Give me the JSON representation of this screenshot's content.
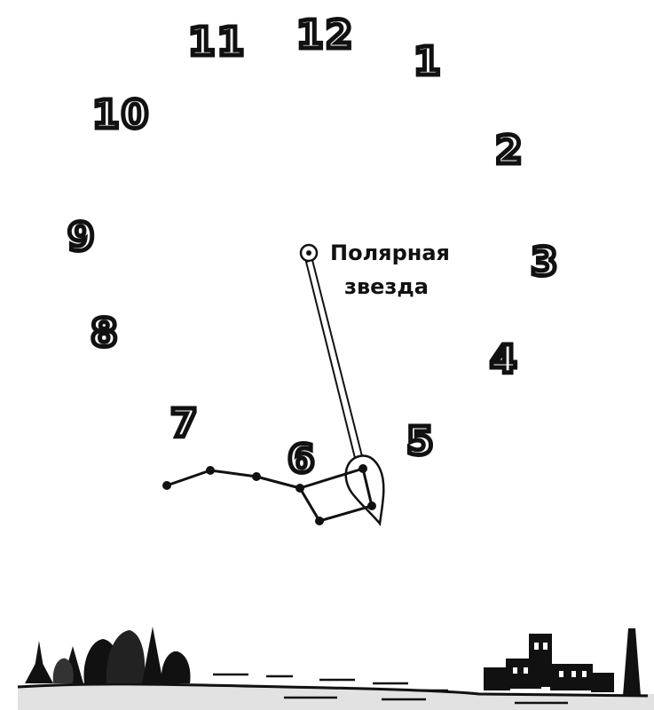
{
  "clock_numbers": {
    "n12": "12",
    "n1": "1",
    "n2": "2",
    "n3": "3",
    "n4": "4",
    "n5": "5",
    "n6": "6",
    "n7": "7",
    "n8": "8",
    "n9": "9",
    "n10": "10",
    "n11": "11"
  },
  "polaris_label": {
    "line1": "Полярная",
    "line2": "звезда"
  },
  "colors": {
    "ink": "#111111",
    "paper": "#ffffff"
  }
}
